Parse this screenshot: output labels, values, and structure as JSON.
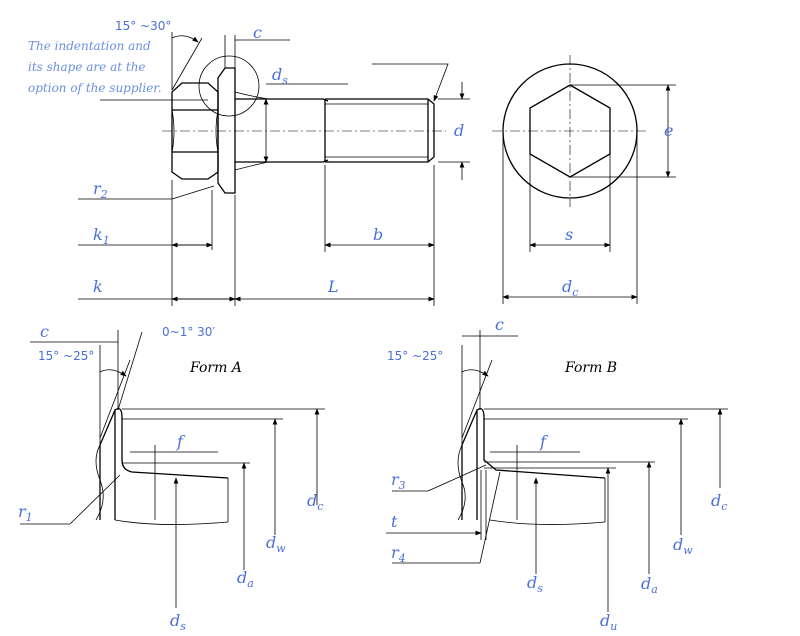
{
  "labels": {
    "c": "c",
    "ds": "d",
    "ds_sub": "s",
    "d": "d",
    "e": "e",
    "r2": "r",
    "r2_sub": "2",
    "k1": "k",
    "k1_sub": "1",
    "b": "b",
    "s": "s",
    "k": "k",
    "L": "L",
    "dc": "d",
    "dc_sub": "c",
    "f": "f",
    "r1": "r",
    "r1_sub": "1",
    "dw": "d",
    "dw_sub": "w",
    "da": "d",
    "da_sub": "a",
    "r3": "r",
    "r3_sub": "3",
    "t": "t",
    "r4": "r",
    "r4_sub": "4",
    "du": "d",
    "du_sub": "u"
  },
  "angles": {
    "top": "15° ~30°",
    "formA_main": "15° ~25°",
    "formA_small": "0~1° 30′",
    "formB_main": "15° ~25°"
  },
  "note_lines": [
    "The indentation and",
    "its shape are at the",
    "option of the supplier."
  ],
  "titles": {
    "form_a": "Form A",
    "form_b": "Form B"
  },
  "colors": {
    "label": "#4a6fd8",
    "note": "#6b8fe0",
    "line": "#000000"
  }
}
